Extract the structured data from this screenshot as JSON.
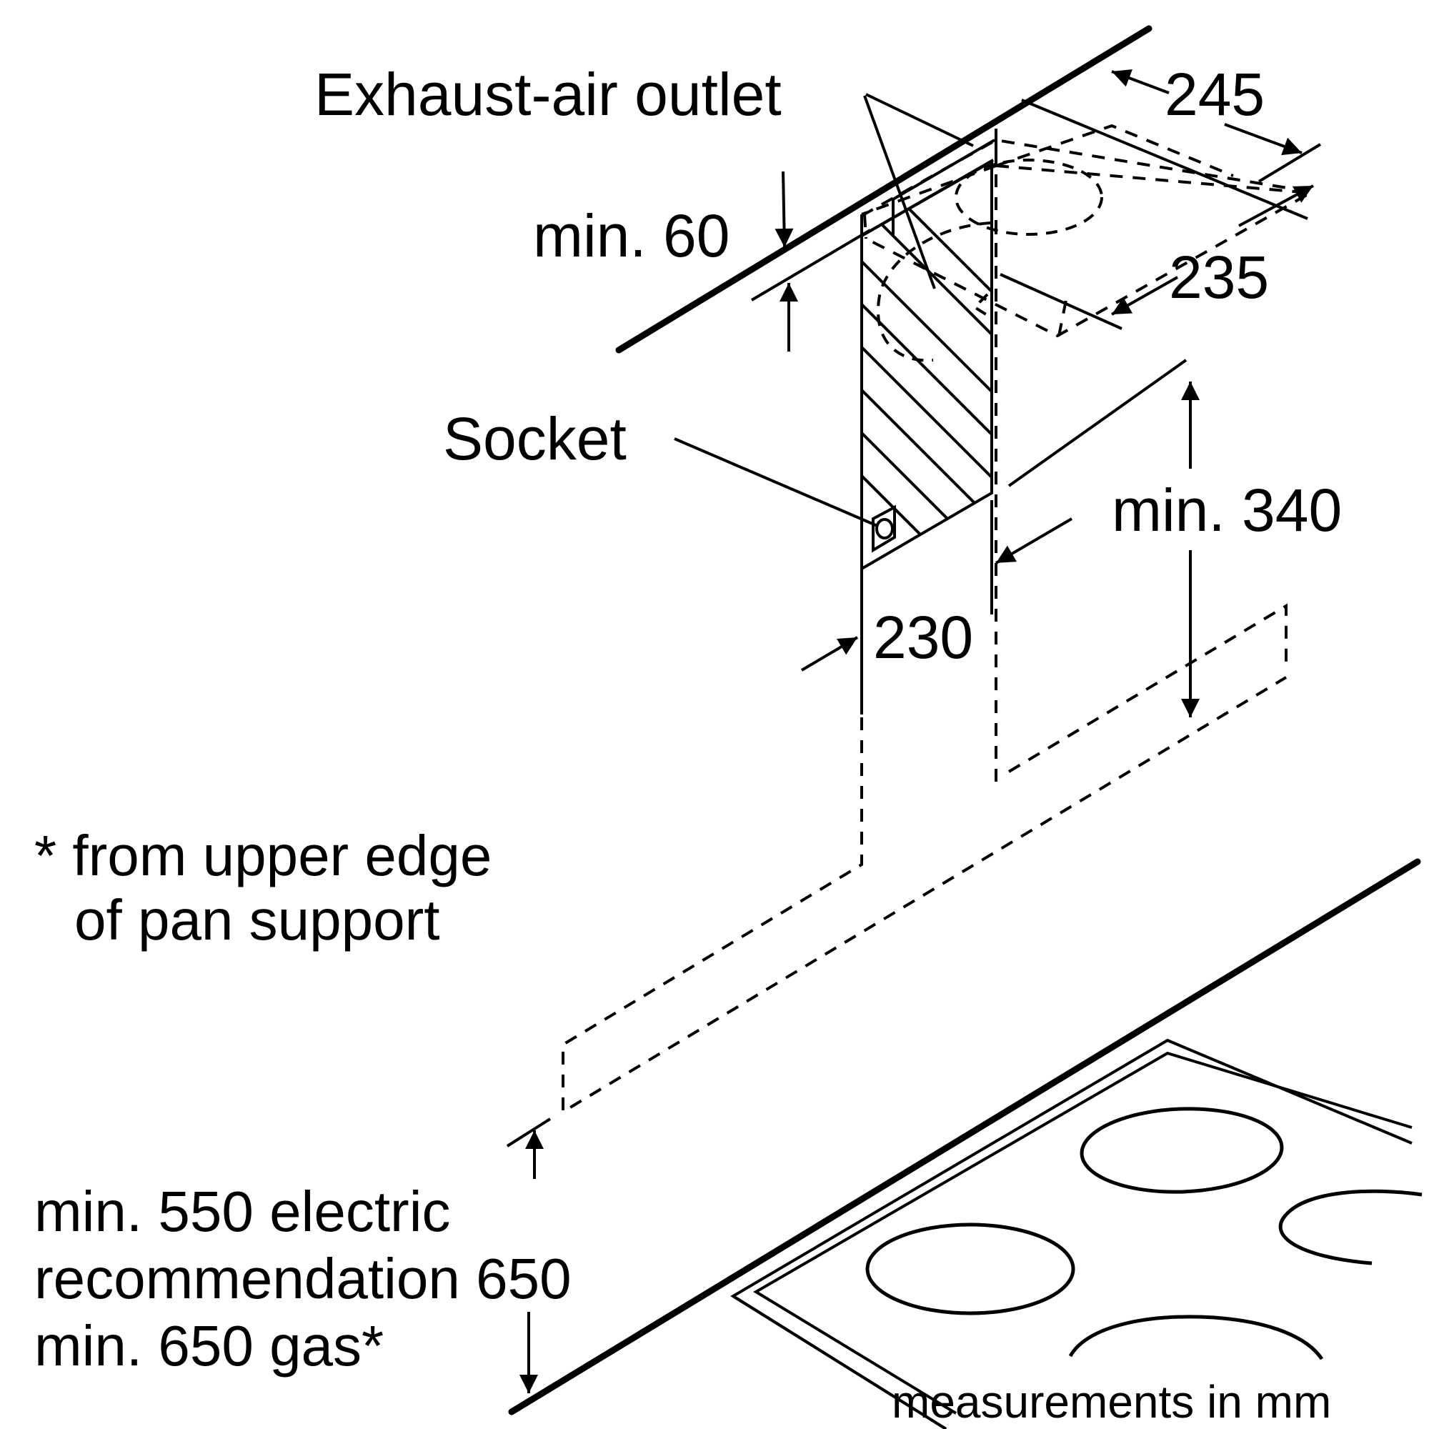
{
  "labels": {
    "exhaust_air_outlet": "Exhaust-air outlet",
    "dim_245": "245",
    "dim_min_60": "min. 60",
    "dim_235": "235",
    "socket": "Socket",
    "dim_min_340": "min. 340",
    "dim_230": "230",
    "note_line1": "* from upper edge",
    "note_line2": "of pan support",
    "clearance_line1": "min. 550 electric",
    "clearance_line2": "recommendation 650",
    "clearance_line3": "min. 650 gas*",
    "units_note": "measurements in mm"
  }
}
